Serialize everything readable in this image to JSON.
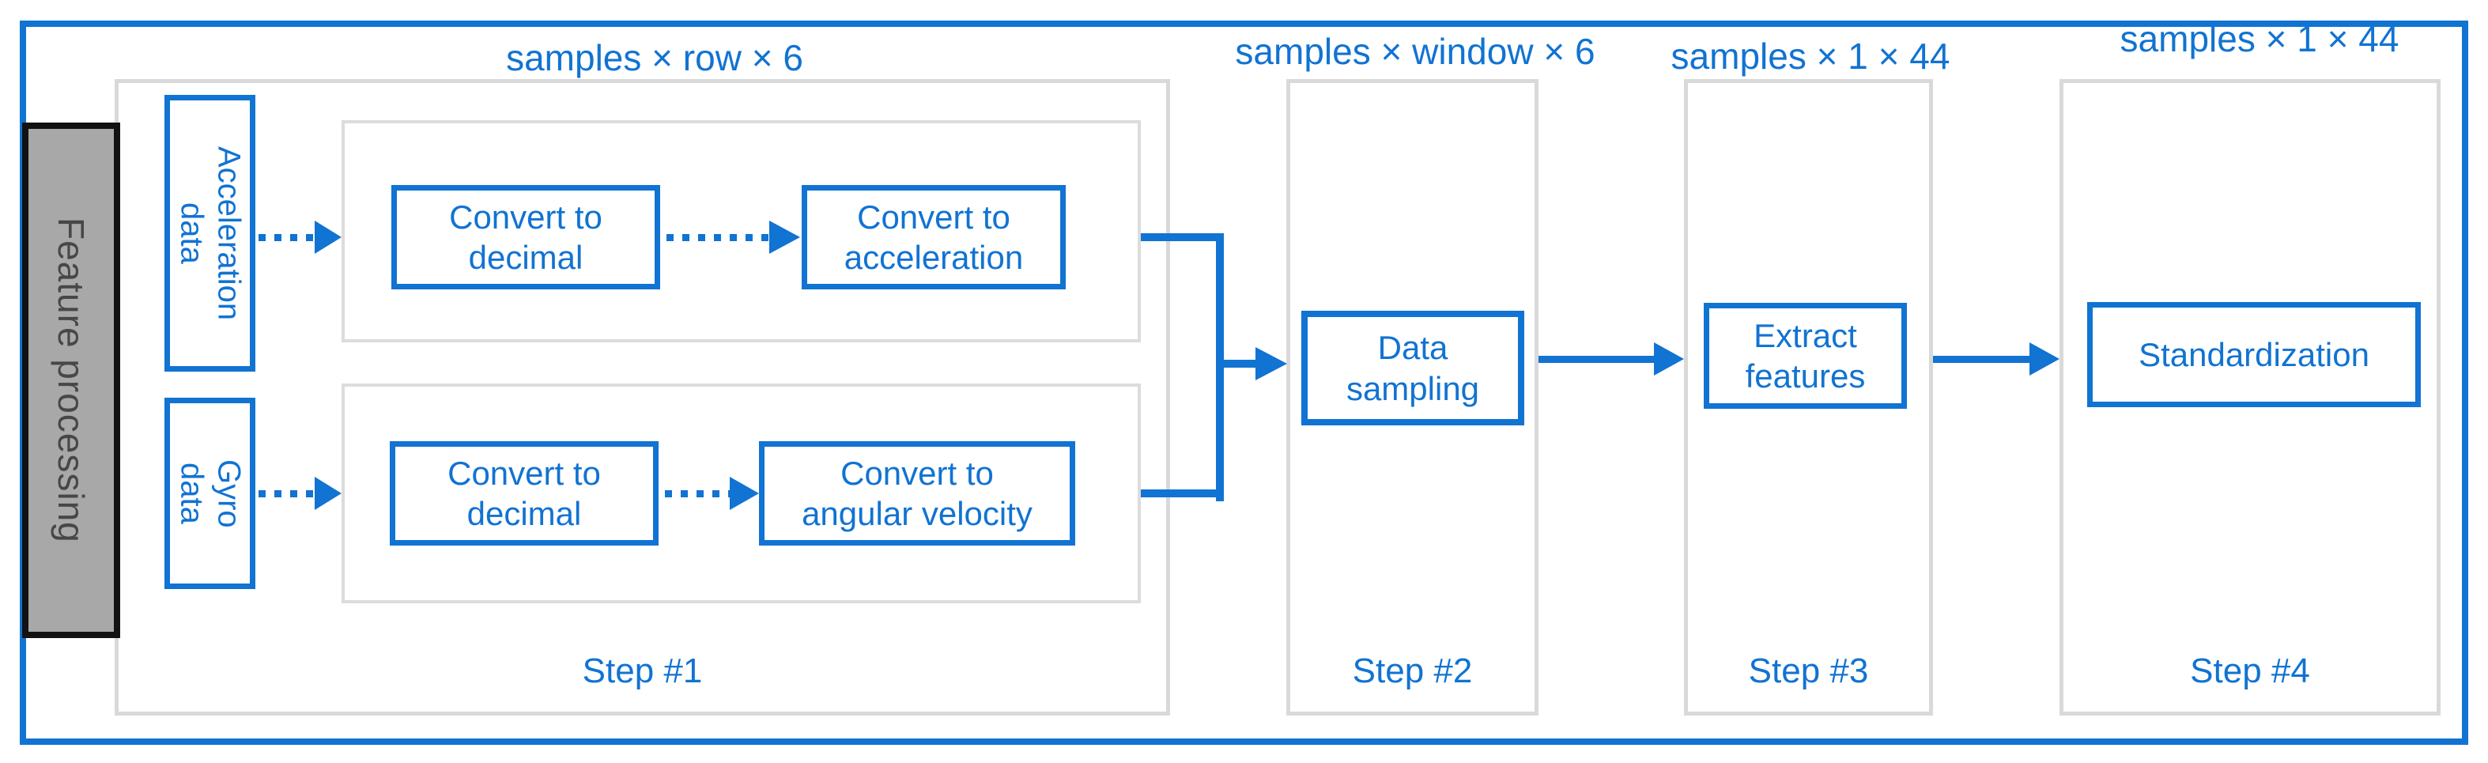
{
  "figure": {
    "sidebar_label": "Feature processing",
    "dim_labels": {
      "step1": "samples × row × 6",
      "step2": "samples × window × 6",
      "step3": "samples × 1 × 44",
      "step4": "samples × 1 × 44"
    },
    "steps": [
      {
        "label": "Step #1"
      },
      {
        "label": "Step #2"
      },
      {
        "label": "Step #3"
      },
      {
        "label": "Step #4"
      }
    ],
    "inputs": {
      "acceleration": "Acceleration\ndata",
      "gyro": "Gyro\ndata"
    },
    "process_boxes": {
      "row1_convert_decimal": "Convert to\ndecimal",
      "row1_convert_acceleration": "Convert to\nacceleration",
      "row2_convert_decimal": "Convert to\ndecimal",
      "row2_convert_angular": "Convert to\nangular velocity",
      "data_sampling": "Data\nsampling",
      "extract_features": "Extract\nfeatures",
      "standardization": "Standardization"
    },
    "colors": {
      "accent_blue": "#1173d2",
      "bar_fill": "#a8a8a8",
      "bar_border": "#121212",
      "container_border": "#d9d9d9"
    }
  }
}
